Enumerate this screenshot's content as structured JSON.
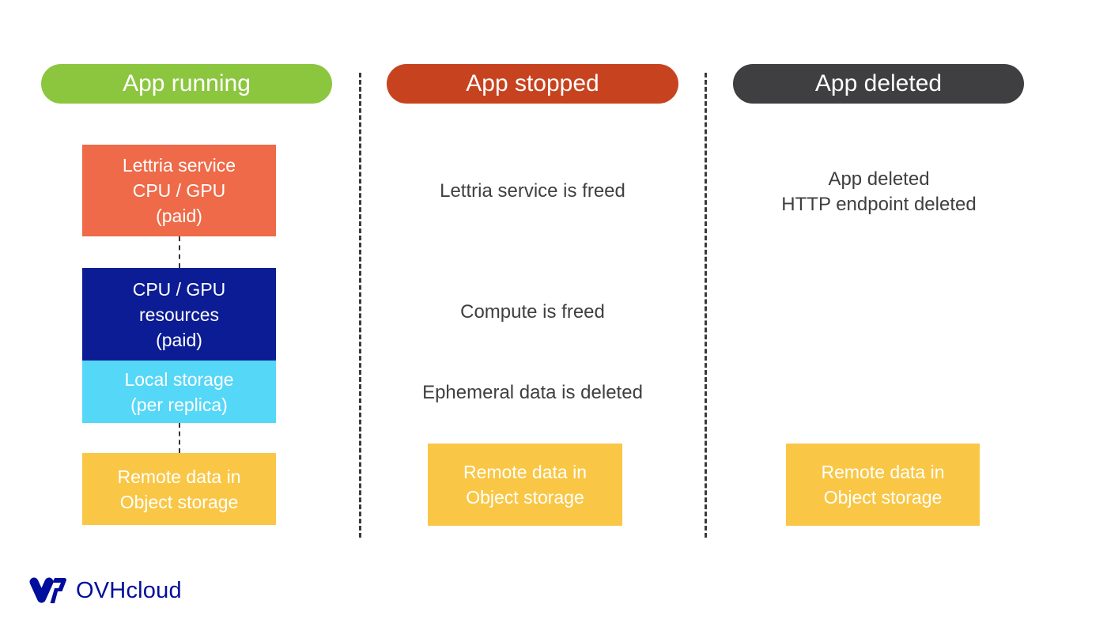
{
  "diagram": {
    "columns": [
      {
        "header": "App running",
        "boxes": [
          {
            "lines": [
              "Lettria service",
              "CPU / GPU",
              "(paid)"
            ]
          },
          {
            "lines": [
              "CPU / GPU",
              "resources",
              "(paid)"
            ]
          },
          {
            "lines": [
              "Local storage",
              "(per replica)"
            ]
          },
          {
            "lines": [
              "Remote data in",
              "Object storage"
            ]
          }
        ]
      },
      {
        "header": "App stopped",
        "notes": [
          "Lettria service is freed",
          "Compute is freed",
          "Ephemeral data is deleted"
        ],
        "boxes": [
          {
            "lines": [
              "Remote data in",
              "Object storage"
            ]
          }
        ]
      },
      {
        "header": "App deleted",
        "note_lines": [
          "App deleted",
          "HTTP endpoint deleted"
        ],
        "boxes": [
          {
            "lines": [
              "Remote data in",
              "Object storage"
            ]
          }
        ]
      }
    ],
    "colors": {
      "header_running": "#8CC63F",
      "header_stopped": "#C7431F",
      "header_deleted": "#3F3F41",
      "box_service": "#EE6A49",
      "box_compute": "#0C1C94",
      "box_local_storage": "#55D7F7",
      "box_object_storage": "#F9C745",
      "note_text": "#3F3F3F",
      "separator": "#3A3A3A",
      "brand": "#000E9C"
    }
  },
  "footer": {
    "brand": "OVHcloud"
  }
}
